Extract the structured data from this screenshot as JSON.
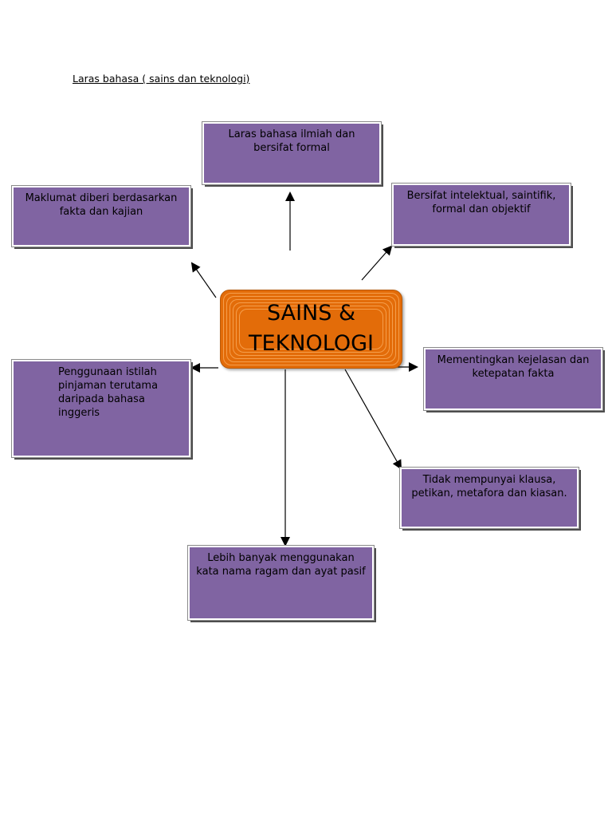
{
  "title": "Laras bahasa ( sains dan teknologi)",
  "center": {
    "line1": "SAINS &",
    "line2": "TEKNOLOGI",
    "fill": "#e36c09"
  },
  "node_fill": "#8064a2",
  "nodes": {
    "top": "Laras bahasa ilmiah dan bersifat formal",
    "top_left": "Maklumat diberi berdasarkan fakta dan kajian",
    "top_right": "Bersifat intelektual, saintifik, formal dan objektif",
    "left": "Penggunaan istilah pinjaman terutama daripada bahasa inggeris",
    "right": "Mementingkan kejelasan dan ketepatan fakta",
    "bottom_right": "Tidak mempunyai klausa, petikan, metafora dan kiasan.",
    "bottom": "Lebih banyak menggunakan kata nama ragam dan ayat pasif"
  }
}
